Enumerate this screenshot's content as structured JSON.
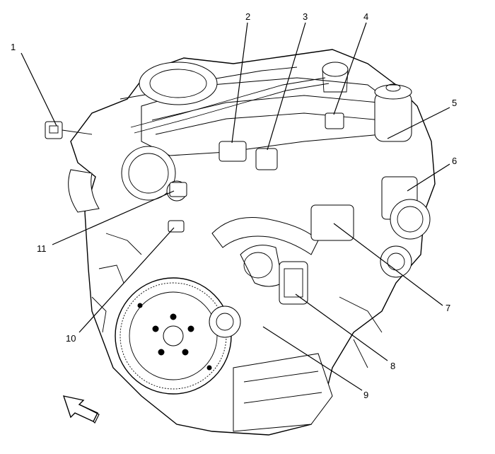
{
  "callouts": [
    {
      "id": "1",
      "label": "1"
    },
    {
      "id": "2",
      "label": "2"
    },
    {
      "id": "3",
      "label": "3"
    },
    {
      "id": "4",
      "label": "4"
    },
    {
      "id": "5",
      "label": "5"
    },
    {
      "id": "6",
      "label": "6"
    },
    {
      "id": "7",
      "label": "7"
    },
    {
      "id": "8",
      "label": "8"
    },
    {
      "id": "9",
      "label": "9"
    },
    {
      "id": "10",
      "label": "10"
    },
    {
      "id": "11",
      "label": "11"
    }
  ],
  "icons": {
    "front_arrow": "front-direction-arrow-icon"
  }
}
